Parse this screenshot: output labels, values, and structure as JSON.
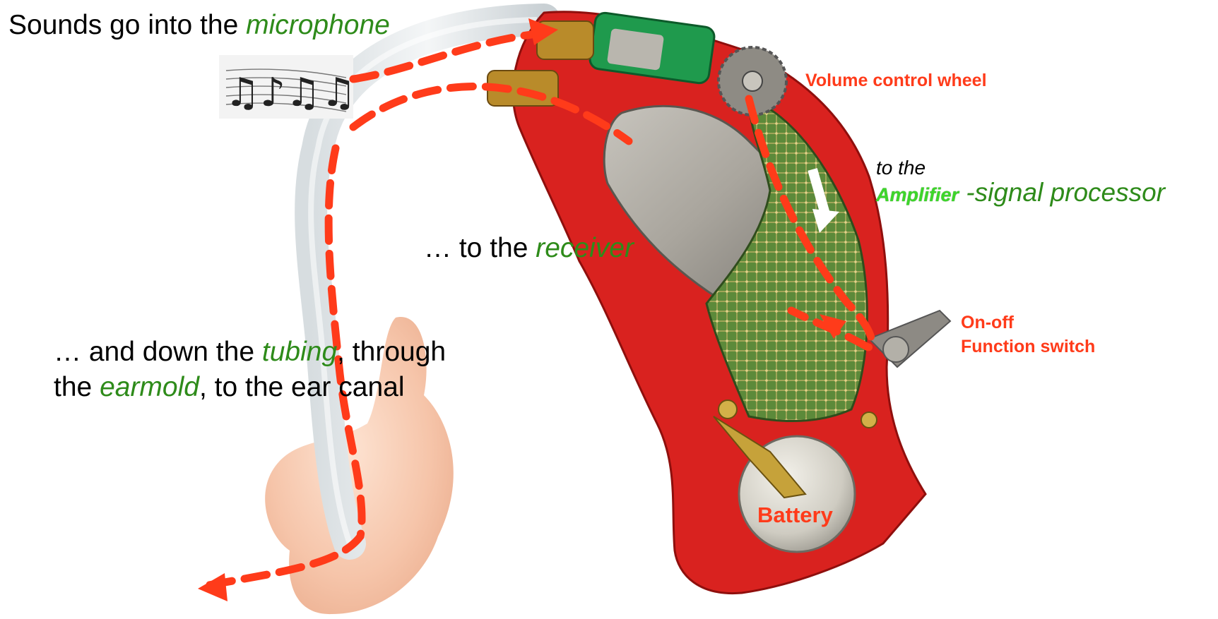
{
  "labels": {
    "microphone": {
      "prefix": "Sounds go into the ",
      "term": "microphone"
    },
    "volume": "Volume control wheel",
    "amplifier": {
      "intro": "to the",
      "term": "Amplifier",
      "suffix": " -signal processor"
    },
    "receiver": {
      "prefix": "… to the ",
      "term": "receiver"
    },
    "onoff": {
      "line1": "On-off",
      "line2": "Function switch"
    },
    "tubing": {
      "l1_prefix": "… and down the ",
      "l1_term": "tubing",
      "l1_suffix": ", through",
      "l2_prefix": "the ",
      "l2_term": "earmold",
      "l2_suffix": ", to the ear canal"
    },
    "battery": "Battery"
  },
  "colors": {
    "arrow": "#ff3b1a",
    "case": "#d9221f",
    "green_text": "#2e8b1a",
    "amplifier_term": "#3dd62a",
    "label_red": "#ff3b1a"
  },
  "icons": [
    "music-notes-icon"
  ]
}
